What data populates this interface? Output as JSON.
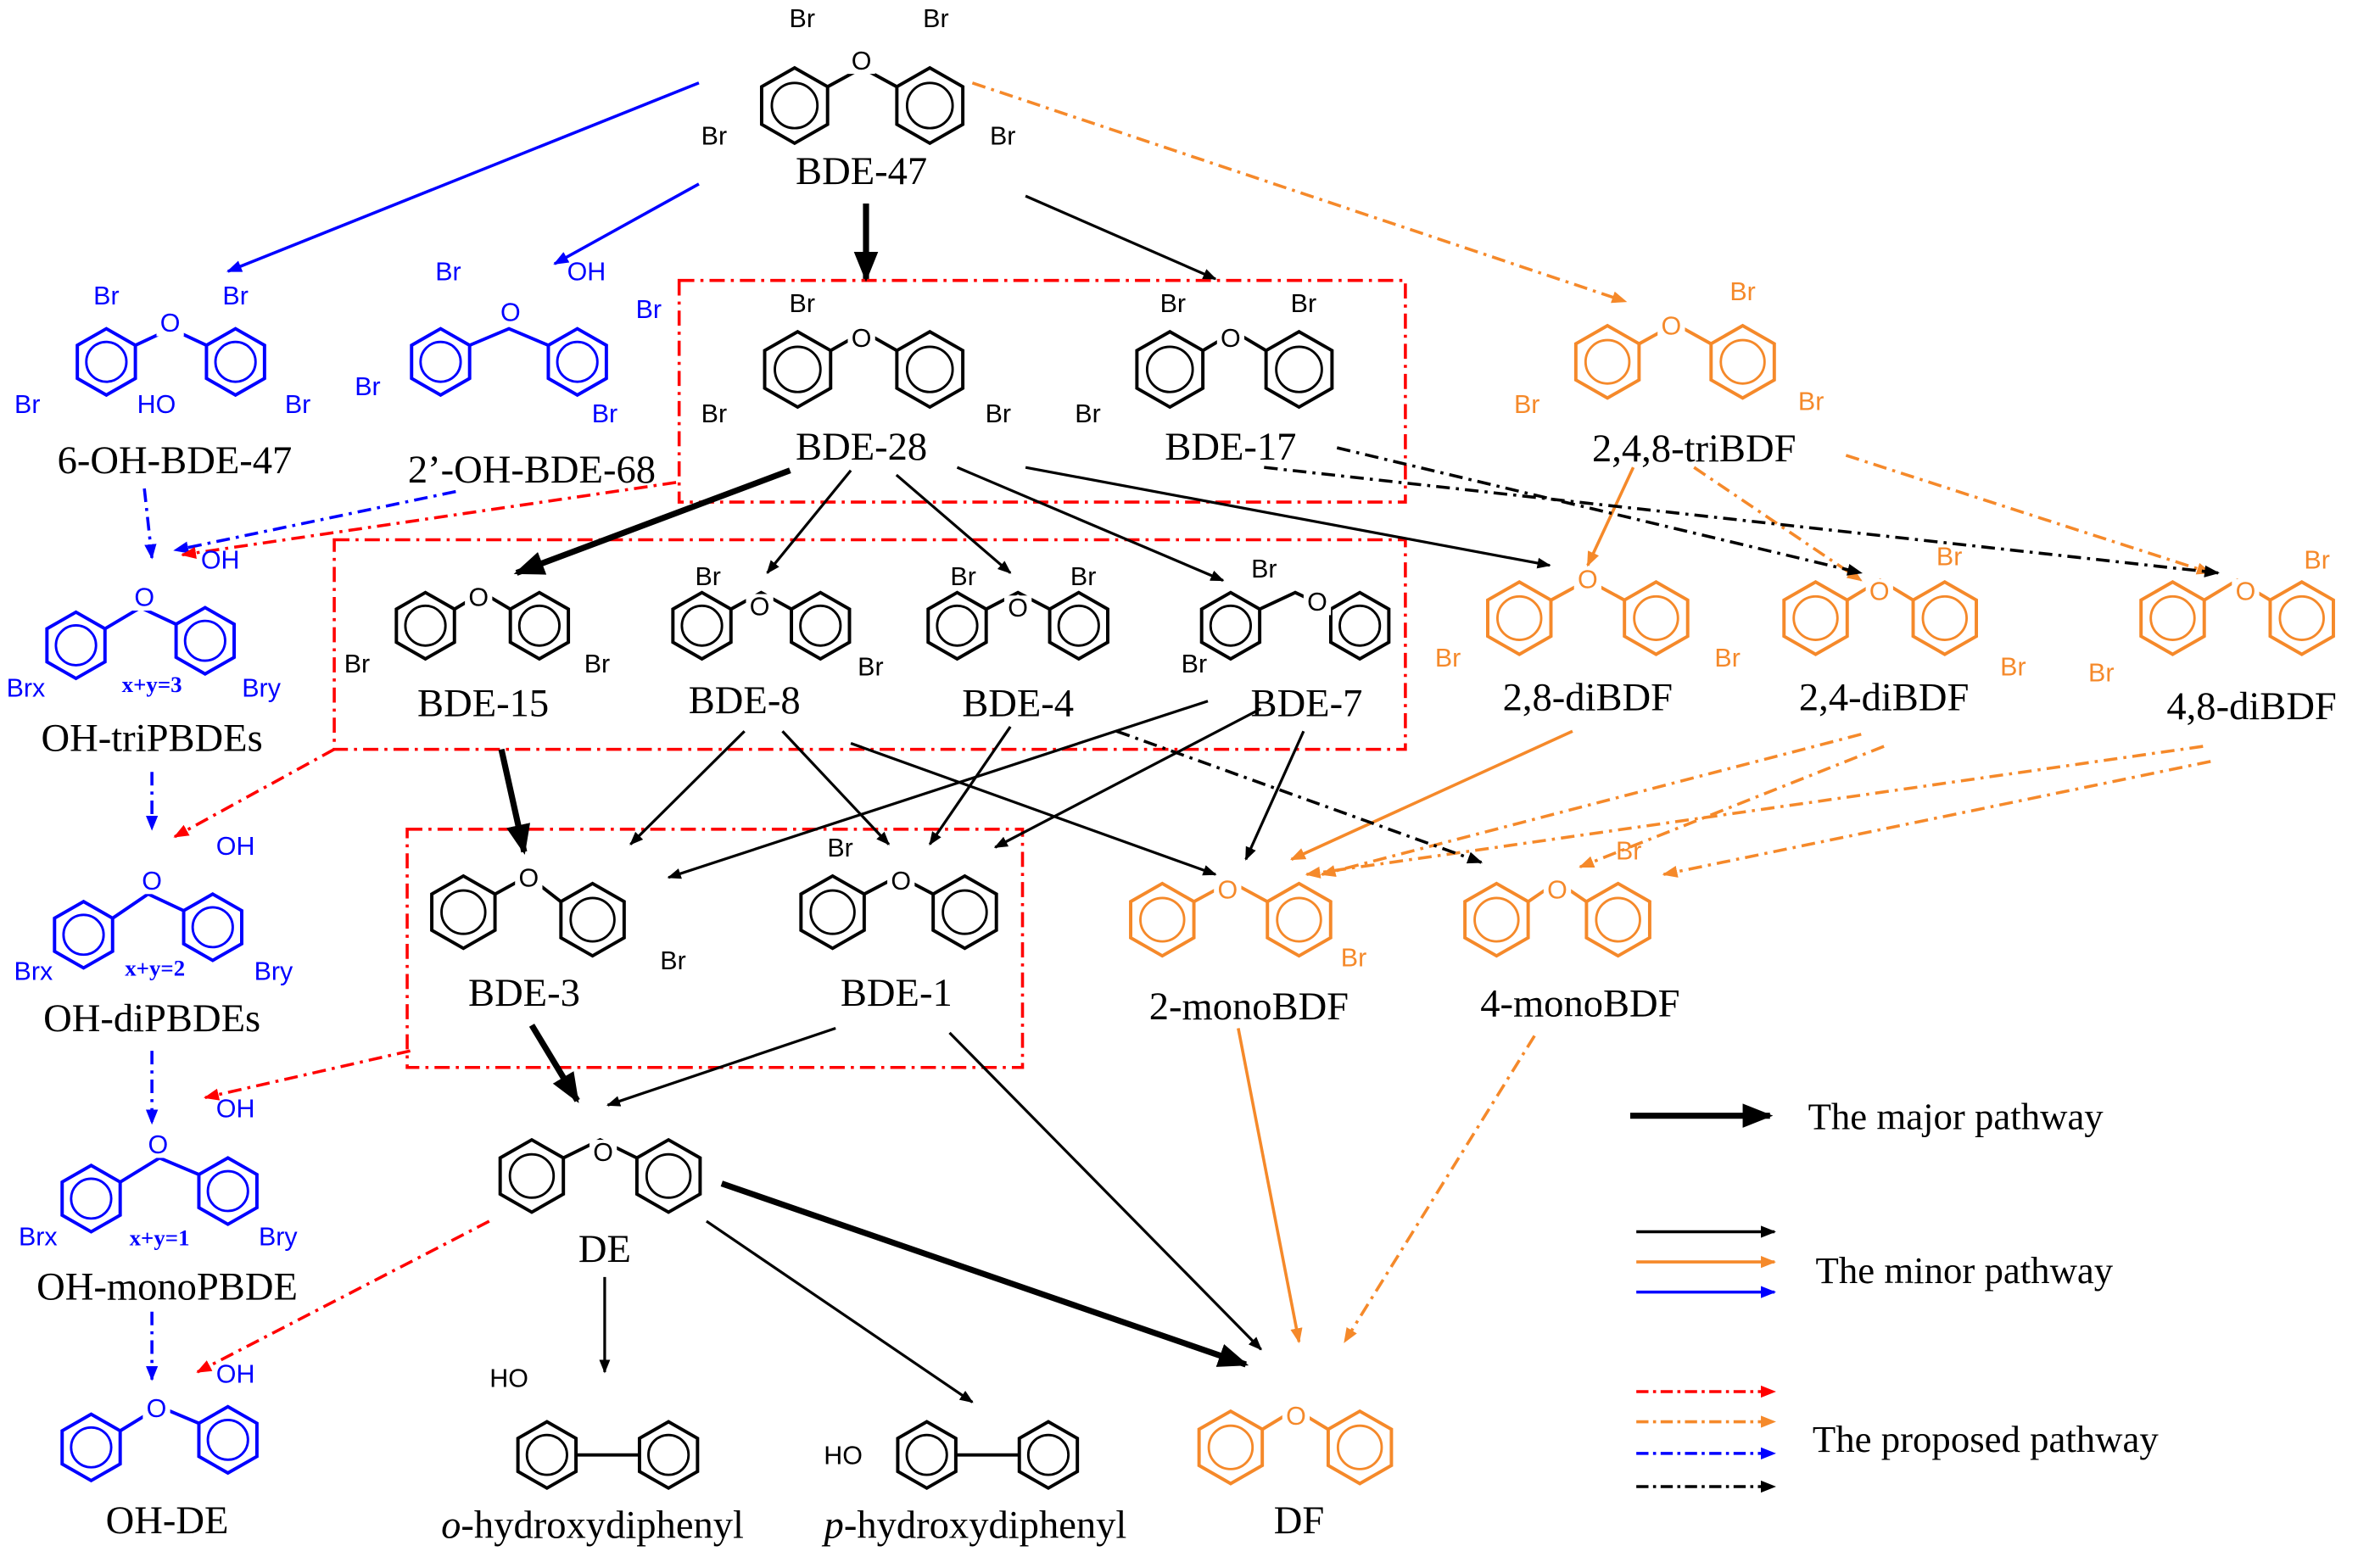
{
  "colors": {
    "black": "#000000",
    "blue": "#0000ff",
    "orange": "#f5892a",
    "red": "#ff0000"
  },
  "compounds": [
    {
      "name": "BDE-47",
      "color": "black",
      "atoms": [
        "O",
        "Br",
        "Br",
        "Br",
        "Br"
      ]
    },
    {
      "name": "6-OH-BDE-47",
      "color": "blue",
      "atoms": [
        "O",
        "Br",
        "Br",
        "Br",
        "HO",
        "Br"
      ]
    },
    {
      "name": "2’-OH-BDE-68",
      "color": "blue",
      "atoms": [
        "O",
        "Br",
        "OH",
        "Br",
        "Br",
        "Br"
      ]
    },
    {
      "name": "BDE-28",
      "color": "black",
      "atoms": [
        "O",
        "Br",
        "Br",
        "Br"
      ]
    },
    {
      "name": "BDE-17",
      "color": "black",
      "atoms": [
        "O",
        "Br",
        "Br",
        "Br"
      ]
    },
    {
      "name": "2,4,8-triBDF",
      "color": "orange",
      "atoms": [
        "O",
        "Br",
        "Br",
        "Br"
      ]
    },
    {
      "name": "OH-triPBDEs",
      "color": "blue",
      "atoms": [
        "O",
        "OH",
        "Brx",
        "x+y=3",
        "Bry"
      ]
    },
    {
      "name": "BDE-15",
      "color": "black",
      "atoms": [
        "O",
        "Br",
        "Br"
      ]
    },
    {
      "name": "BDE-8",
      "color": "black",
      "atoms": [
        "O",
        "Br",
        "Br"
      ]
    },
    {
      "name": "BDE-4",
      "color": "black",
      "atoms": [
        "O",
        "Br",
        "Br"
      ]
    },
    {
      "name": "BDE-7",
      "color": "black",
      "atoms": [
        "O",
        "Br",
        "Br"
      ]
    },
    {
      "name": "2,8-diBDF",
      "color": "orange",
      "atoms": [
        "O",
        "Br",
        "Br"
      ]
    },
    {
      "name": "2,4-diBDF",
      "color": "orange",
      "atoms": [
        "O",
        "Br",
        "Br"
      ]
    },
    {
      "name": "4,8-diBDF",
      "color": "orange",
      "atoms": [
        "O",
        "Br",
        "Br"
      ]
    },
    {
      "name": "OH-diPBDEs",
      "color": "blue",
      "atoms": [
        "O",
        "OH",
        "Brx",
        "x+y=2",
        "Bry"
      ]
    },
    {
      "name": "BDE-3",
      "color": "black",
      "atoms": [
        "O",
        "Br"
      ]
    },
    {
      "name": "BDE-1",
      "color": "black",
      "atoms": [
        "O",
        "Br"
      ]
    },
    {
      "name": "2-monoBDF",
      "color": "orange",
      "atoms": [
        "O",
        "Br"
      ]
    },
    {
      "name": "4-monoBDF",
      "color": "orange",
      "atoms": [
        "O",
        "Br"
      ]
    },
    {
      "name": "OH-monoPBDE",
      "color": "blue",
      "atoms": [
        "O",
        "OH",
        "Brx",
        "x+y=1",
        "Bry"
      ]
    },
    {
      "name": "DE",
      "color": "black",
      "atoms": [
        "O"
      ]
    },
    {
      "name": "OH-DE",
      "color": "blue",
      "atoms": [
        "O",
        "OH"
      ]
    },
    {
      "name": "o-hydroxydiphenyl",
      "prefix": "o",
      "rest": "-hydroxydiphenyl",
      "color": "black",
      "atoms": [
        "HO"
      ]
    },
    {
      "name": "p-hydroxydiphenyl",
      "prefix": "p",
      "rest": "-hydroxydiphenyl",
      "color": "black",
      "atoms": [
        "HO"
      ]
    },
    {
      "name": "DF",
      "color": "orange",
      "atoms": [
        "O"
      ]
    }
  ],
  "legend": {
    "major": "The major pathway",
    "minor": "The minor pathway",
    "proposed": "The proposed pathway"
  }
}
